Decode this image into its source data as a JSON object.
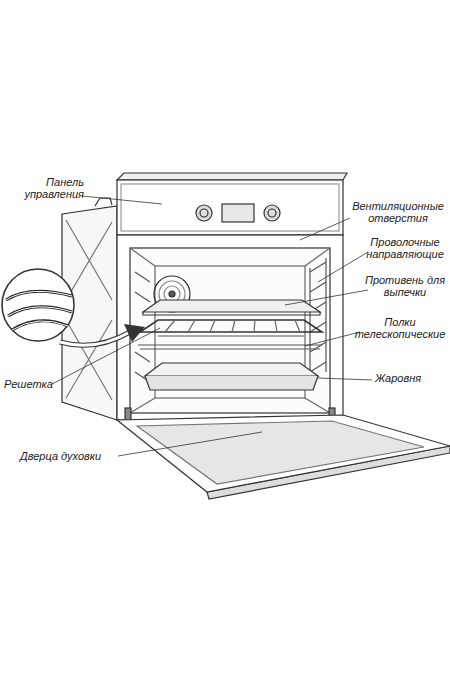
{
  "diagram": {
    "labels": [
      "Панель управления",
      "Вентиляционные отверстия",
      "Проволочные направляющие",
      "Противень для выпечки",
      "Полки телескопические",
      "Решетка",
      "Жаровня",
      "Дверца духовки"
    ]
  }
}
